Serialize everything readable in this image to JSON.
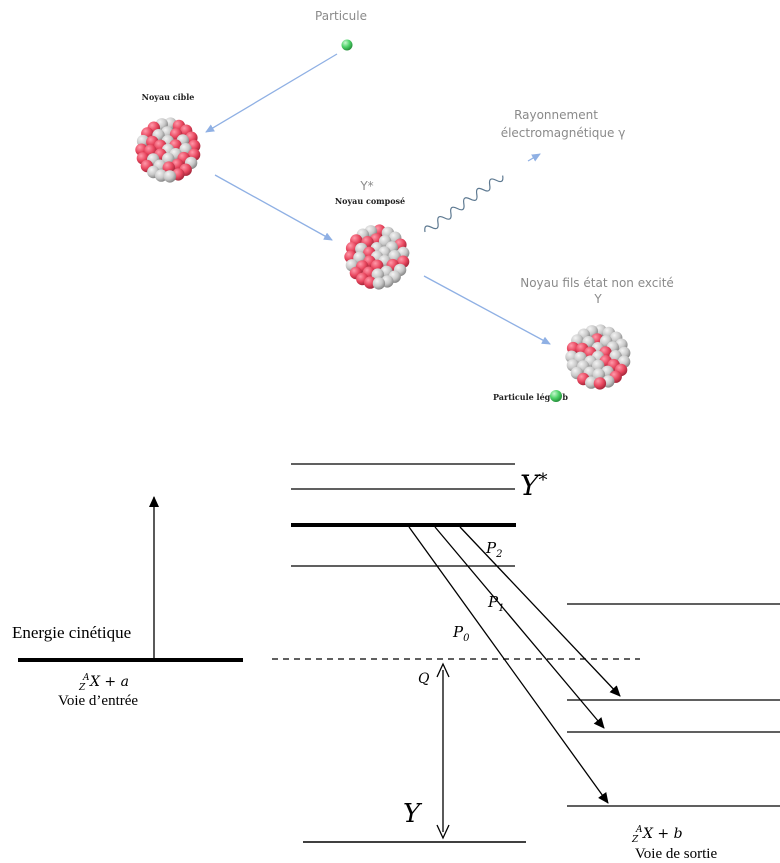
{
  "reaction_scheme": {
    "particle_label": "Particule",
    "target_label": "Noyau cible",
    "compound_symbol": "Y*",
    "compound_label": "Noyau composé",
    "radiation_label_line1": "Rayonnement",
    "radiation_label_line2": "électromagnétique γ",
    "daughter_label": "Noyau fils état non excité",
    "daughter_symbol": "Y",
    "light_particle_label": "Particule léger b",
    "colors": {
      "proton": "#e8465e",
      "neutron": "#c8c8c8",
      "particle": "#4fd36a",
      "arrow": "#8fb0e4"
    }
  },
  "energy_diagram": {
    "kinetic_label": "Energie cinétique",
    "entry_formula_prefix_A": "A",
    "entry_formula_prefix_Z": "Z",
    "entry_formula_rest": "X + a",
    "entry_channel_label": "Voie d’entrée",
    "excited_level_label": "Y",
    "excited_level_star": "*",
    "ground_level_label": "Y",
    "q_label": "Q",
    "p0_label": "P",
    "p0_sub": "0",
    "p1_label": "P",
    "p1_sub": "1",
    "p2_label": "P",
    "p2_sub": "2",
    "exit_formula_prefix_A": "A",
    "exit_formula_prefix_Z": "Z",
    "exit_formula_rest": "X + b",
    "exit_channel_label": "Voie de sortie"
  }
}
